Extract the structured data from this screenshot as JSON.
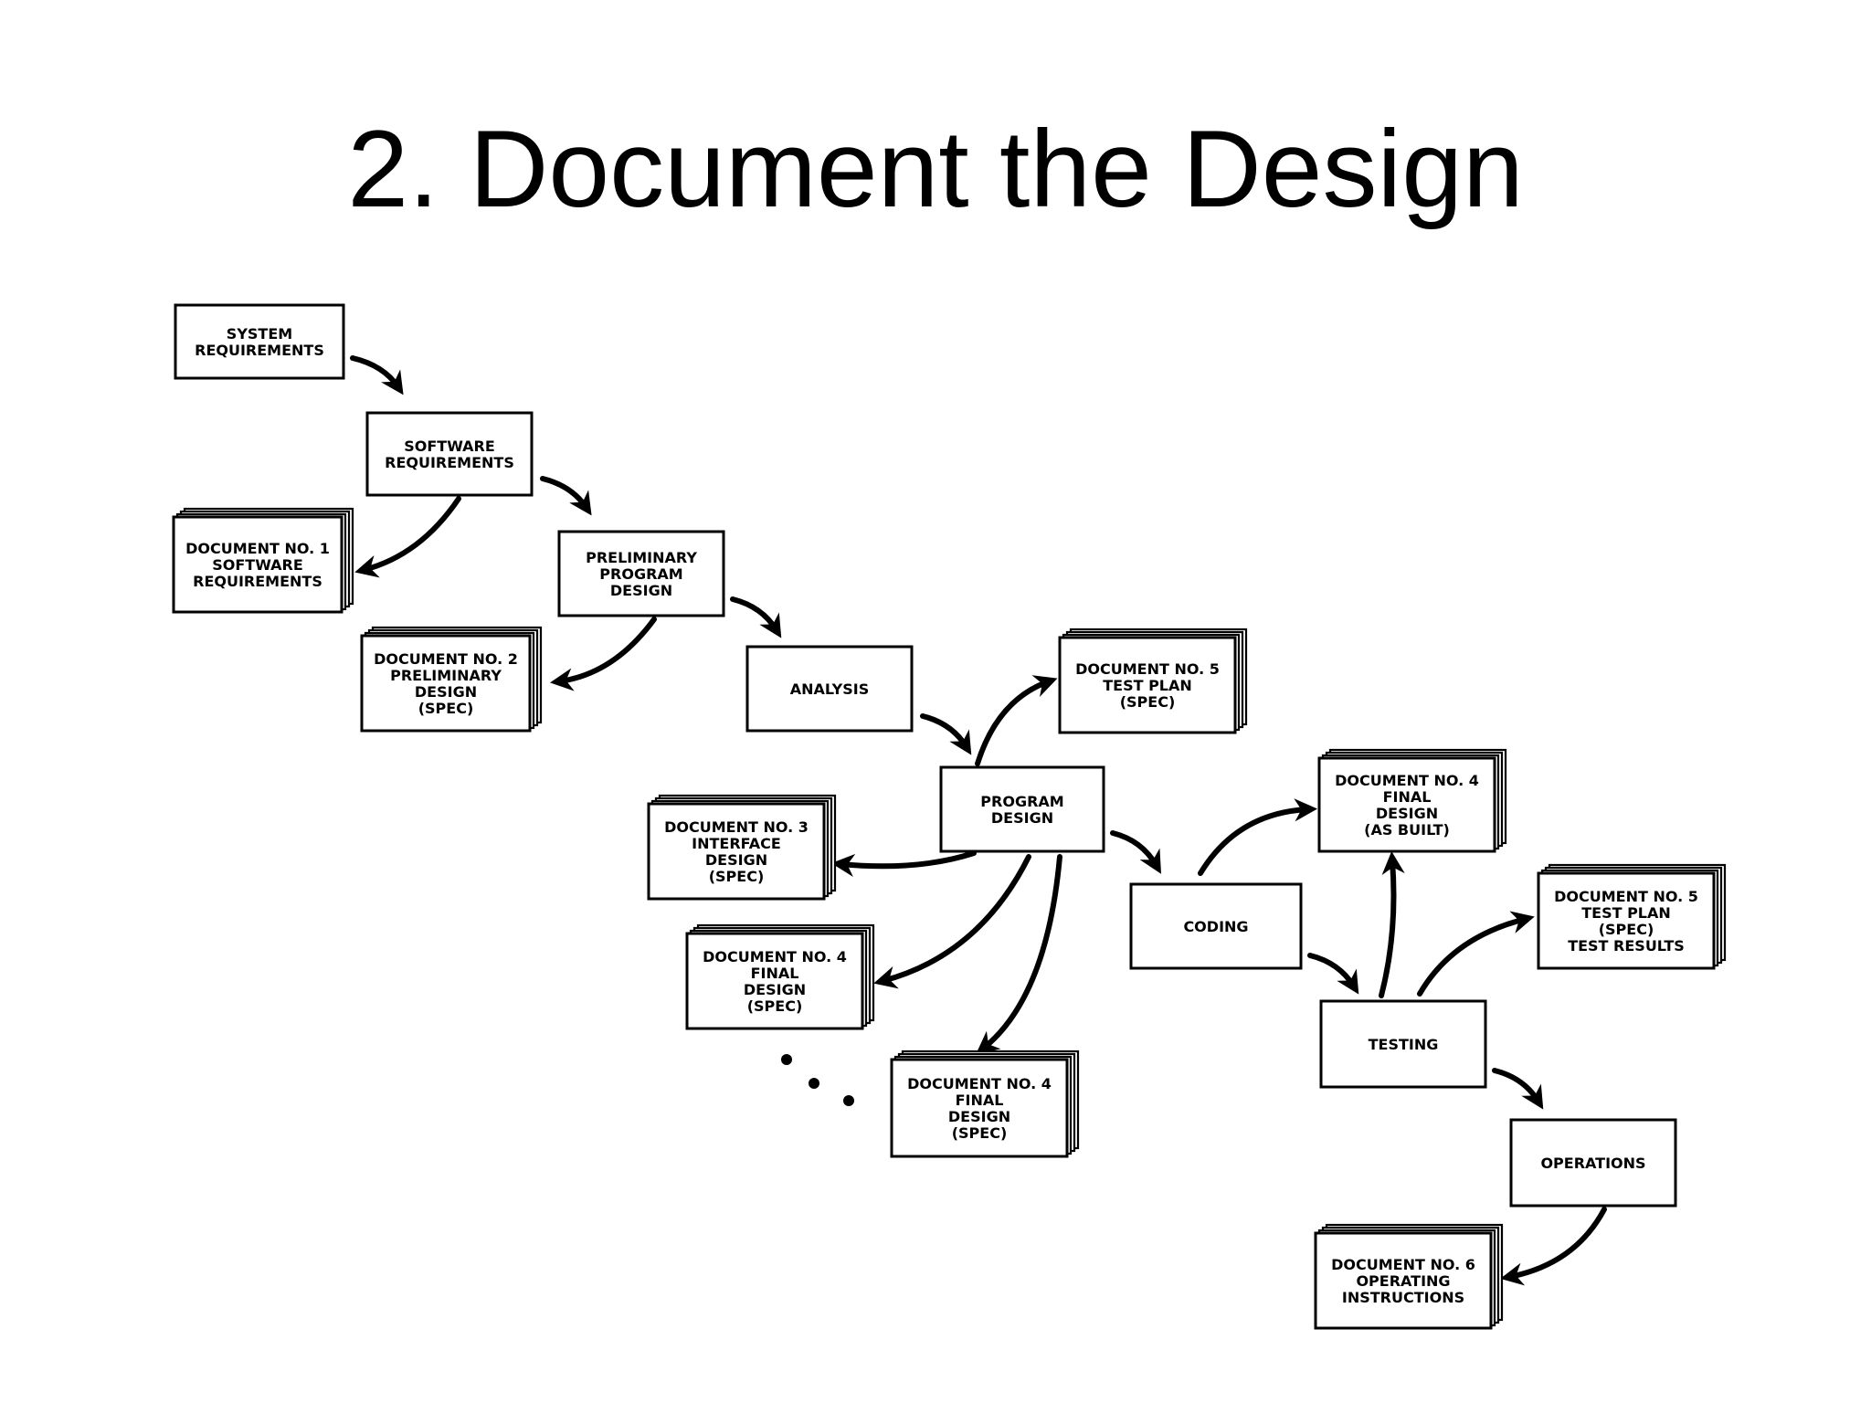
{
  "slide": {
    "title": "2. Document the Design"
  },
  "steps": [
    {
      "id": "sys",
      "lines": [
        "SYSTEM",
        "REQUIREMENTS"
      ]
    },
    {
      "id": "sw",
      "lines": [
        "SOFTWARE",
        "REQUIREMENTS"
      ]
    },
    {
      "id": "pre",
      "lines": [
        "PRELIMINARY",
        "PROGRAM",
        "DESIGN"
      ]
    },
    {
      "id": "ana",
      "lines": [
        "ANALYSIS"
      ]
    },
    {
      "id": "prog",
      "lines": [
        "PROGRAM",
        "DESIGN"
      ]
    },
    {
      "id": "cod",
      "lines": [
        "CODING"
      ]
    },
    {
      "id": "test",
      "lines": [
        "TESTING"
      ]
    },
    {
      "id": "ops",
      "lines": [
        "OPERATIONS"
      ]
    }
  ],
  "documents": [
    {
      "id": "d1",
      "lines": [
        "DOCUMENT NO. 1",
        "SOFTWARE",
        "REQUIREMENTS"
      ]
    },
    {
      "id": "d2",
      "lines": [
        "DOCUMENT NO. 2",
        "PRELIMINARY",
        "DESIGN",
        "(SPEC)"
      ]
    },
    {
      "id": "d5a",
      "lines": [
        "DOCUMENT NO. 5",
        "TEST PLAN",
        "(SPEC)"
      ]
    },
    {
      "id": "d3",
      "lines": [
        "DOCUMENT NO. 3",
        "INTERFACE",
        "DESIGN",
        "(SPEC)"
      ]
    },
    {
      "id": "d4a",
      "lines": [
        "DOCUMENT NO. 4",
        "FINAL",
        "DESIGN",
        "(SPEC)"
      ]
    },
    {
      "id": "d4b",
      "lines": [
        "DOCUMENT NO. 4",
        "FINAL",
        "DESIGN",
        "(SPEC)"
      ]
    },
    {
      "id": "d4ab",
      "lines": [
        "DOCUMENT NO. 4",
        "FINAL",
        "DESIGN",
        "(AS BUILT)"
      ]
    },
    {
      "id": "d5b",
      "lines": [
        "DOCUMENT NO. 5",
        "TEST PLAN",
        "(SPEC)",
        "TEST RESULTS"
      ]
    },
    {
      "id": "d6",
      "lines": [
        "DOCUMENT NO. 6",
        "OPERATING",
        "INSTRUCTIONS"
      ]
    }
  ]
}
